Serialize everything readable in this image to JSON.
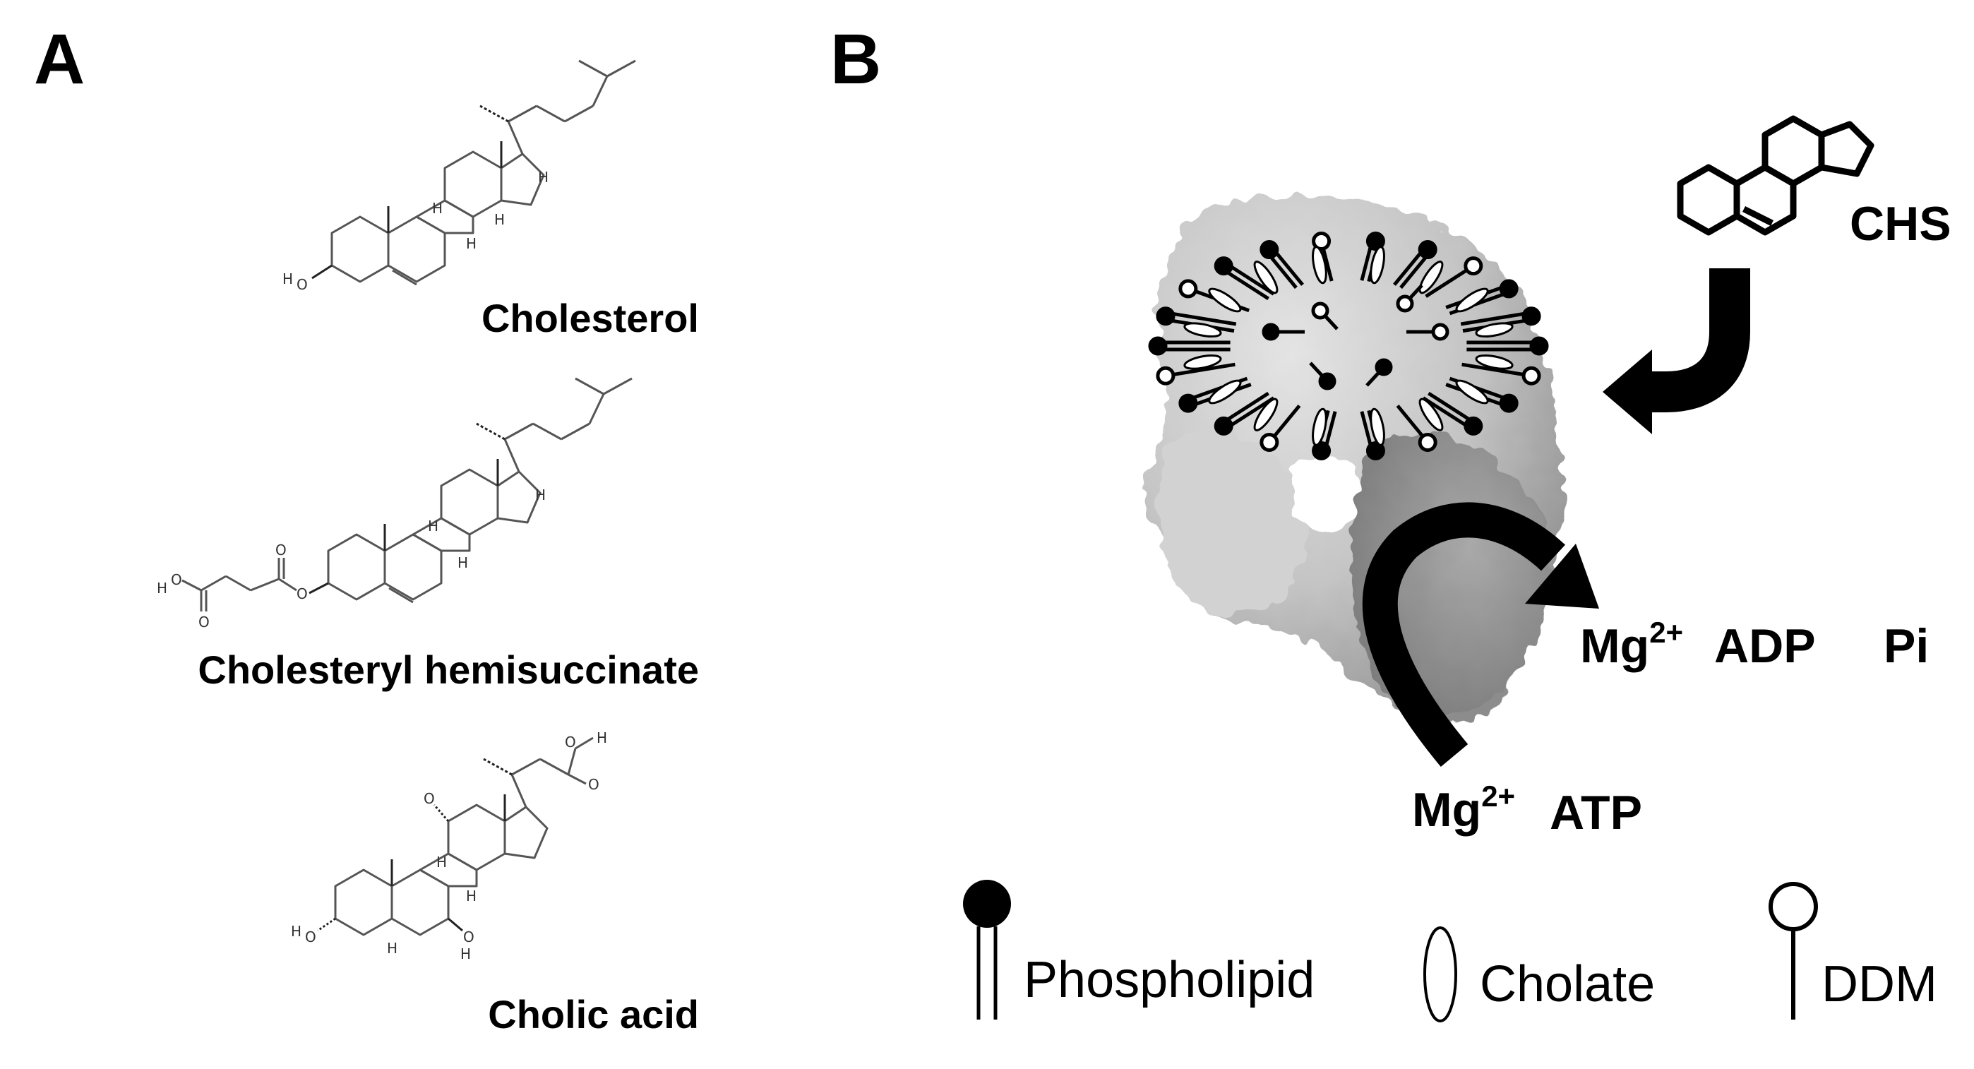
{
  "panels": {
    "a": {
      "letter": "A",
      "molecules": [
        {
          "name": "Cholesterol",
          "atoms": {
            "oh_h": "H",
            "oh_o": "O",
            "h1": "H",
            "h2": "H",
            "h3": "H",
            "h4": "H"
          }
        },
        {
          "name": "Cholesteryl hemisuccinate",
          "atoms": {
            "ho_h": "H",
            "ho_o": "O",
            "o_carb1": "O",
            "o_carb2": "O",
            "o_ester": "O",
            "h1": "H",
            "h2": "H",
            "h3": "H"
          }
        },
        {
          "name": "Cholic acid",
          "atoms": {
            "oh_top": "O",
            "acid_o": "O",
            "acid_h": "H",
            "acid_o2": "O",
            "oh3_h": "H",
            "oh3_o": "O",
            "oh7_o": "O",
            "oh7_h": "H",
            "h5": "H",
            "h1": "H",
            "h2": "H"
          }
        }
      ]
    },
    "b": {
      "letter": "B",
      "chs_label": "CHS",
      "product_label": {
        "mg": "Mg",
        "charge": "2+",
        "adp": "ADP",
        "pi": "Pi"
      },
      "substrate_label": {
        "mg": "Mg",
        "charge": "2+",
        "atp": "ATP"
      },
      "legend": [
        {
          "label": "Phospholipid",
          "icon": "phospholipid-icon"
        },
        {
          "label": "Cholate",
          "icon": "cholate-icon"
        },
        {
          "label": "DDM",
          "icon": "ddm-icon"
        }
      ]
    }
  },
  "colors": {
    "protein_light": "#d9d9d9",
    "protein_dark": "#8f8f8f",
    "ink": "#000000"
  }
}
